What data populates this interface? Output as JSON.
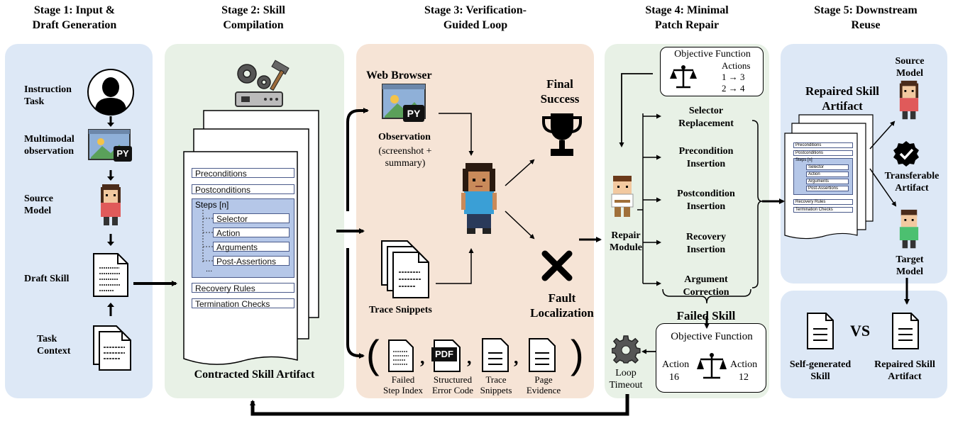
{
  "stages": [
    {
      "title_line1": "Stage 1:  Input &",
      "title_line2": "Draft Generation"
    },
    {
      "title_line1": "Stage 2:  Skill",
      "title_line2": "Compilation"
    },
    {
      "title_line1": "Stage 3: Verification-",
      "title_line2": "Guided Loop"
    },
    {
      "title_line1": "Stage 4: Minimal",
      "title_line2": "Patch Repair"
    },
    {
      "title_line1": "Stage 5: Downstream",
      "title_line2": "Reuse"
    }
  ],
  "stage1": {
    "instruction_task": "Instruction Task",
    "multimodal_observation": "Multimodal observation",
    "source_model": "Source Model",
    "draft_skill": "Draft Skill",
    "task_context": "Task Context",
    "py_badge": "PY"
  },
  "stage2": {
    "fields": [
      "Preconditions",
      "Postconditions"
    ],
    "steps_label": "Steps [n]",
    "step_items": [
      "Selector",
      "Action",
      "Arguments",
      "Post-Assertions"
    ],
    "ellipsis": "...",
    "bottom_fields": [
      "Recovery Rules",
      "Termination Checks"
    ],
    "caption": "Contracted Skill Artifact"
  },
  "stage3": {
    "web_browser": "Web Browser",
    "observation_title": "Observation",
    "observation_detail": "(screenshot + summary)",
    "trace_snippets": "Trace Snippets",
    "final_success": "Final Success",
    "fault_localization": "Fault Localization",
    "py_badge": "PY",
    "evidence": [
      {
        "line1": "Failed",
        "line2": "Step Index"
      },
      {
        "line1": "Structured",
        "line2": "Error Code"
      },
      {
        "line1": "Trace",
        "line2": "Snippets"
      },
      {
        "line1": "Page",
        "line2": "Evidence"
      }
    ],
    "pdf_label": "PDF"
  },
  "stage4": {
    "objective_top": {
      "title": "Objective Function",
      "actions_label": "Actions",
      "line1": "1 → 3",
      "line2": "2 → 4"
    },
    "repair_items": [
      {
        "line1": "Selector",
        "line2": "Replacement"
      },
      {
        "line1": "Precondition",
        "line2": "Insertion"
      },
      {
        "line1": "Postcondition",
        "line2": "Insertion"
      },
      {
        "line1": "Recovery",
        "line2": "Insertion"
      },
      {
        "line1": "Argument",
        "line2": "Correction"
      }
    ],
    "repair_module": "Repair Module",
    "failed_skill": "Failed Skill",
    "objective_bottom": {
      "title": "Objective Function",
      "left_label": "Action",
      "left_value": "16",
      "right_label": "Action",
      "right_value": "12"
    },
    "loop_timeout": "Loop Timeout"
  },
  "stage5": {
    "repaired_title": "Repaired Skill Artifact",
    "source_model": "Source Model",
    "transferable": "Transferable Artifact",
    "target_model": "Target Model",
    "mini_fields": [
      "Preconditions",
      "Postconditions"
    ],
    "mini_steps": "Steps [n]",
    "mini_items": [
      "Selector",
      "Action",
      "Arguments",
      "Post-Assertions"
    ],
    "mini_bottom": [
      "Recovery Rules",
      "Termination Checks"
    ],
    "self_generated": "Self-generated Skill",
    "vs": "VS",
    "repaired_artifact": "Repaired Skill Artifact"
  },
  "colors": {
    "stage1_bg": "#dde8f6",
    "stage2_bg": "#e8f1e6",
    "stage3_bg": "#f6e4d6",
    "stage4_bg": "#e8f1e6",
    "stage5_bg": "#dde8f6",
    "steps_box": "#b5c7e8",
    "field_border": "#4a5a8a"
  }
}
